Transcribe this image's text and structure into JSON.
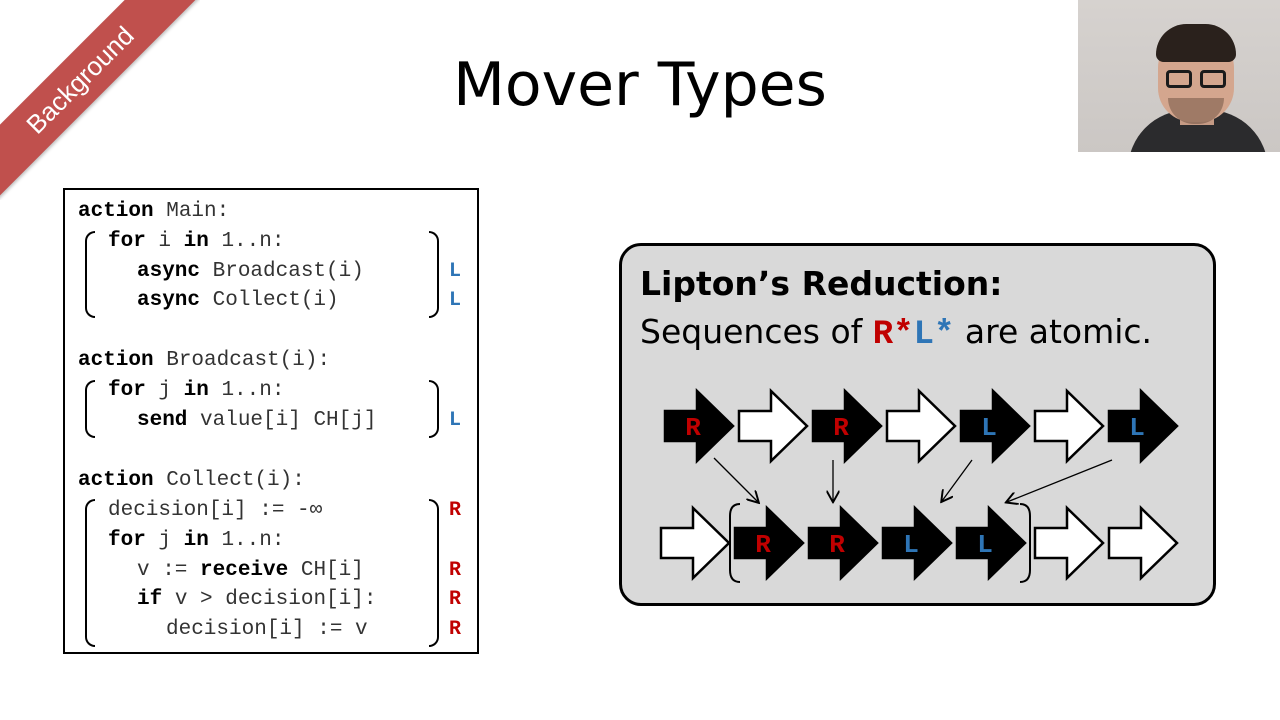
{
  "slide": {
    "ribbon": "Background",
    "title": "Mover Types"
  },
  "code": {
    "actions": [
      {
        "header_kw": "action",
        "header_rest": " Main:",
        "lines": [
          {
            "indent": "for",
            "kw": "for",
            "rest": " i in 1..n:"
          },
          {
            "kw": "async",
            "rest": " Broadcast(i)",
            "mark": "L"
          },
          {
            "kw": "async",
            "rest": " Collect(i)",
            "mark": "L"
          }
        ]
      }
    ],
    "main": {
      "header_kw": "action",
      "header_rest": " Main:",
      "l1_kw": "for",
      "l1_mid": " i ",
      "l1_kw2": "in",
      "l1_rest": " 1..n:",
      "l2_kw": "async",
      "l2_rest": " Broadcast(i)",
      "l2_mark": "L",
      "l3_kw": "async",
      "l3_rest": " Collect(i)",
      "l3_mark": "L"
    },
    "broadcast": {
      "header_kw": "action",
      "header_rest": " Broadcast(i):",
      "l1_kw": "for",
      "l1_mid": " j ",
      "l1_kw2": "in",
      "l1_rest": " 1..n:",
      "l2_kw": "send",
      "l2_rest": " value[i] CH[j]",
      "l2_mark": "L"
    },
    "collect": {
      "header_kw": "action",
      "header_rest": " Collect(i):",
      "l1_text": "decision[i] := -∞",
      "l1_mark": "R",
      "l2_kw": "for",
      "l2_mid": " j ",
      "l2_kw2": "in",
      "l2_rest": " 1..n:",
      "l3_pre": "v := ",
      "l3_kw": "receive",
      "l3_rest": " CH[i]",
      "l3_mark": "R",
      "l4_kw": "if",
      "l4_rest": " v > decision[i]:",
      "l4_mark": "R",
      "l5_text": "decision[i] := v",
      "l5_mark": "R"
    }
  },
  "lipton": {
    "title": "Lipton’s Reduction:",
    "sub_pre": "Sequences of ",
    "sub_r": "R*",
    "sub_l": "L*",
    "sub_post": " are atomic.",
    "top_row": [
      "R",
      "",
      "R",
      "",
      "L",
      "",
      "L"
    ],
    "bottom_row": [
      "",
      "R",
      "R",
      "L",
      "L",
      "",
      ""
    ]
  },
  "colors": {
    "ribbon": "#c0504d",
    "right_mover": "#c00000",
    "left_mover": "#2e75b6",
    "panel_bg": "#d9d9d9"
  }
}
